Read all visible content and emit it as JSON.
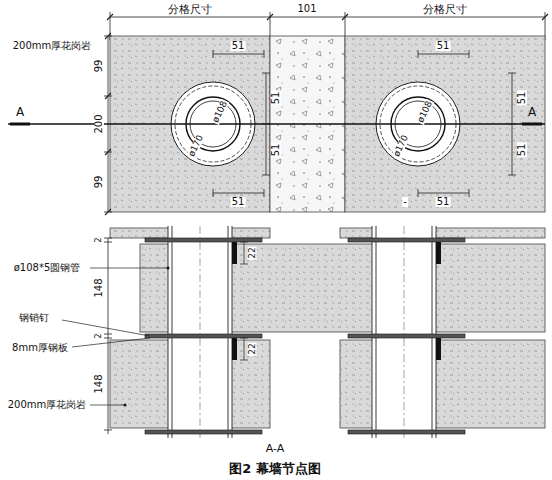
{
  "diagram": {
    "caption": "图2 幕墙节点图",
    "labels": [
      "分格尺寸",
      "101",
      "分格尺寸",
      "200mm厚花岗岩",
      "99",
      "200",
      "99",
      "A",
      "A",
      "51",
      "51",
      "51",
      "51",
      "ø108",
      "ø170",
      "51",
      "51",
      "51",
      "51",
      "ø108",
      "ø170",
      "-",
      "2",
      "148",
      "2",
      "148",
      "22",
      "22",
      "ø108*5圆钢管",
      "钢销钉",
      "8mm厚钢板",
      "200mm厚花岗岩",
      "A-A"
    ]
  }
}
